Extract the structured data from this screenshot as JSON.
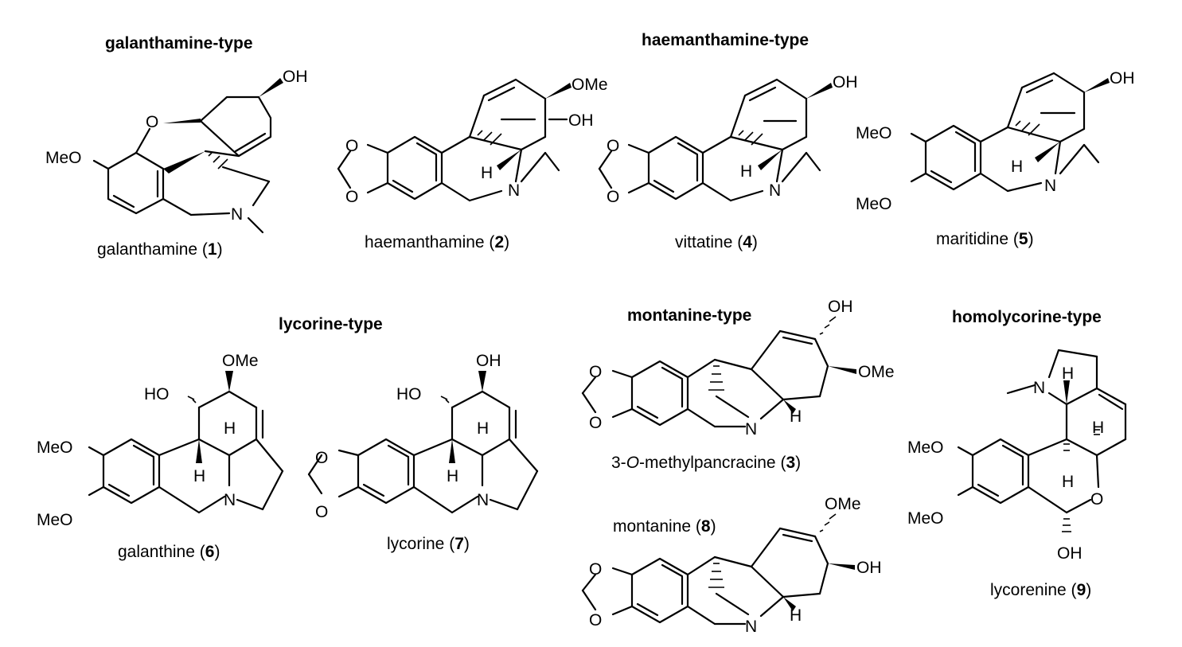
{
  "headers": {
    "galanthamine_type": "galanthamine-type",
    "haemanthamine_type": "haemanthamine-type",
    "lycorine_type": "lycorine-type",
    "montanine_type": "montanine-type",
    "homolycorine_type": "homolycorine-type"
  },
  "compounds": {
    "galanthamine": {
      "name": "galanthamine (",
      "num": "1",
      "close": ")"
    },
    "haemanthamine": {
      "name": "haemanthamine (",
      "num": "2",
      "close": ")"
    },
    "vittatine": {
      "name": "vittatine (",
      "num": "4",
      "close": ")"
    },
    "maritidine": {
      "name": "maritidine (",
      "num": "5",
      "close": ")"
    },
    "galanthine": {
      "name": "galanthine (",
      "num": "6",
      "close": ")"
    },
    "lycorine": {
      "name": "lycorine (",
      "num": "7",
      "close": ")"
    },
    "methylpancracine": {
      "prefix": "3-",
      "italic": "O",
      "name": "-methylpancracine (",
      "num": "3",
      "close": ")"
    },
    "montanine": {
      "name": "montanine (",
      "num": "8",
      "close": ")"
    },
    "lycorenine": {
      "name": "lycorenine (",
      "num": "9",
      "close": ")"
    }
  },
  "atoms": {
    "OH": "OH",
    "OMe": "OMe",
    "MeO": "MeO",
    "HO": "HO",
    "O": "O",
    "N": "N",
    "H": "H",
    "OH_dash": "OH"
  }
}
